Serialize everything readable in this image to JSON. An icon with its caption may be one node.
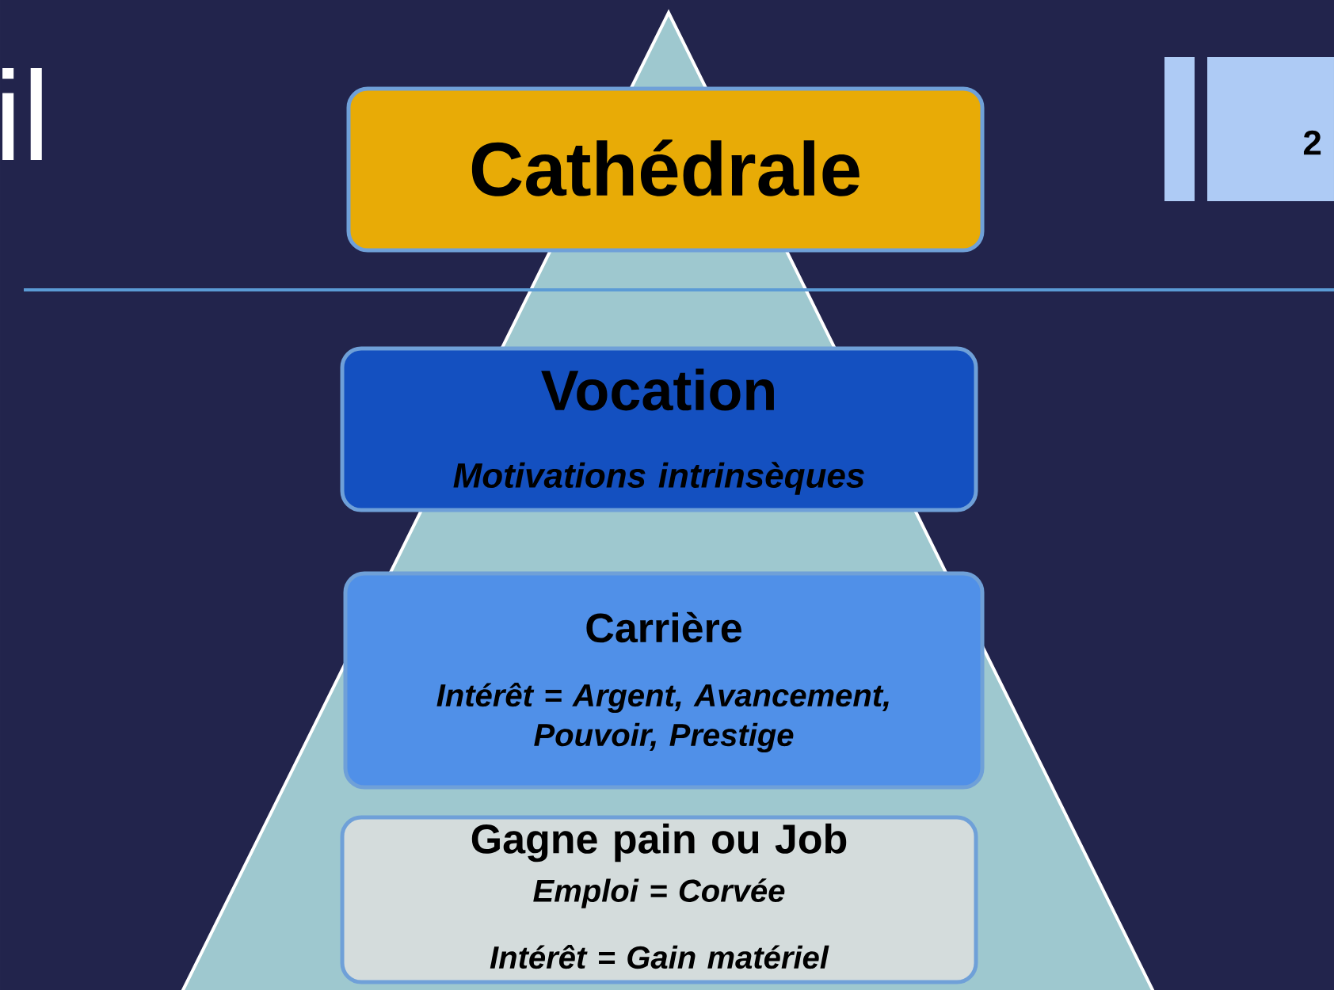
{
  "diagram": {
    "nodes": [
      {
        "text": [
          "Cathédrale"
        ]
      },
      {
        "text": [
          "Vocation",
          "Motivations intrinsèques"
        ]
      },
      {
        "text": [
          "Carrière",
          "Intérêt = Argent, Avancement, Pouvoir, Prestige"
        ]
      },
      {
        "text": [
          "Gagne pain ou Job",
          "Emploi = Corvée",
          "Intérêt = Gain matériel"
        ]
      }
    ],
    "labels": [
      "il",
      "2"
    ]
  }
}
